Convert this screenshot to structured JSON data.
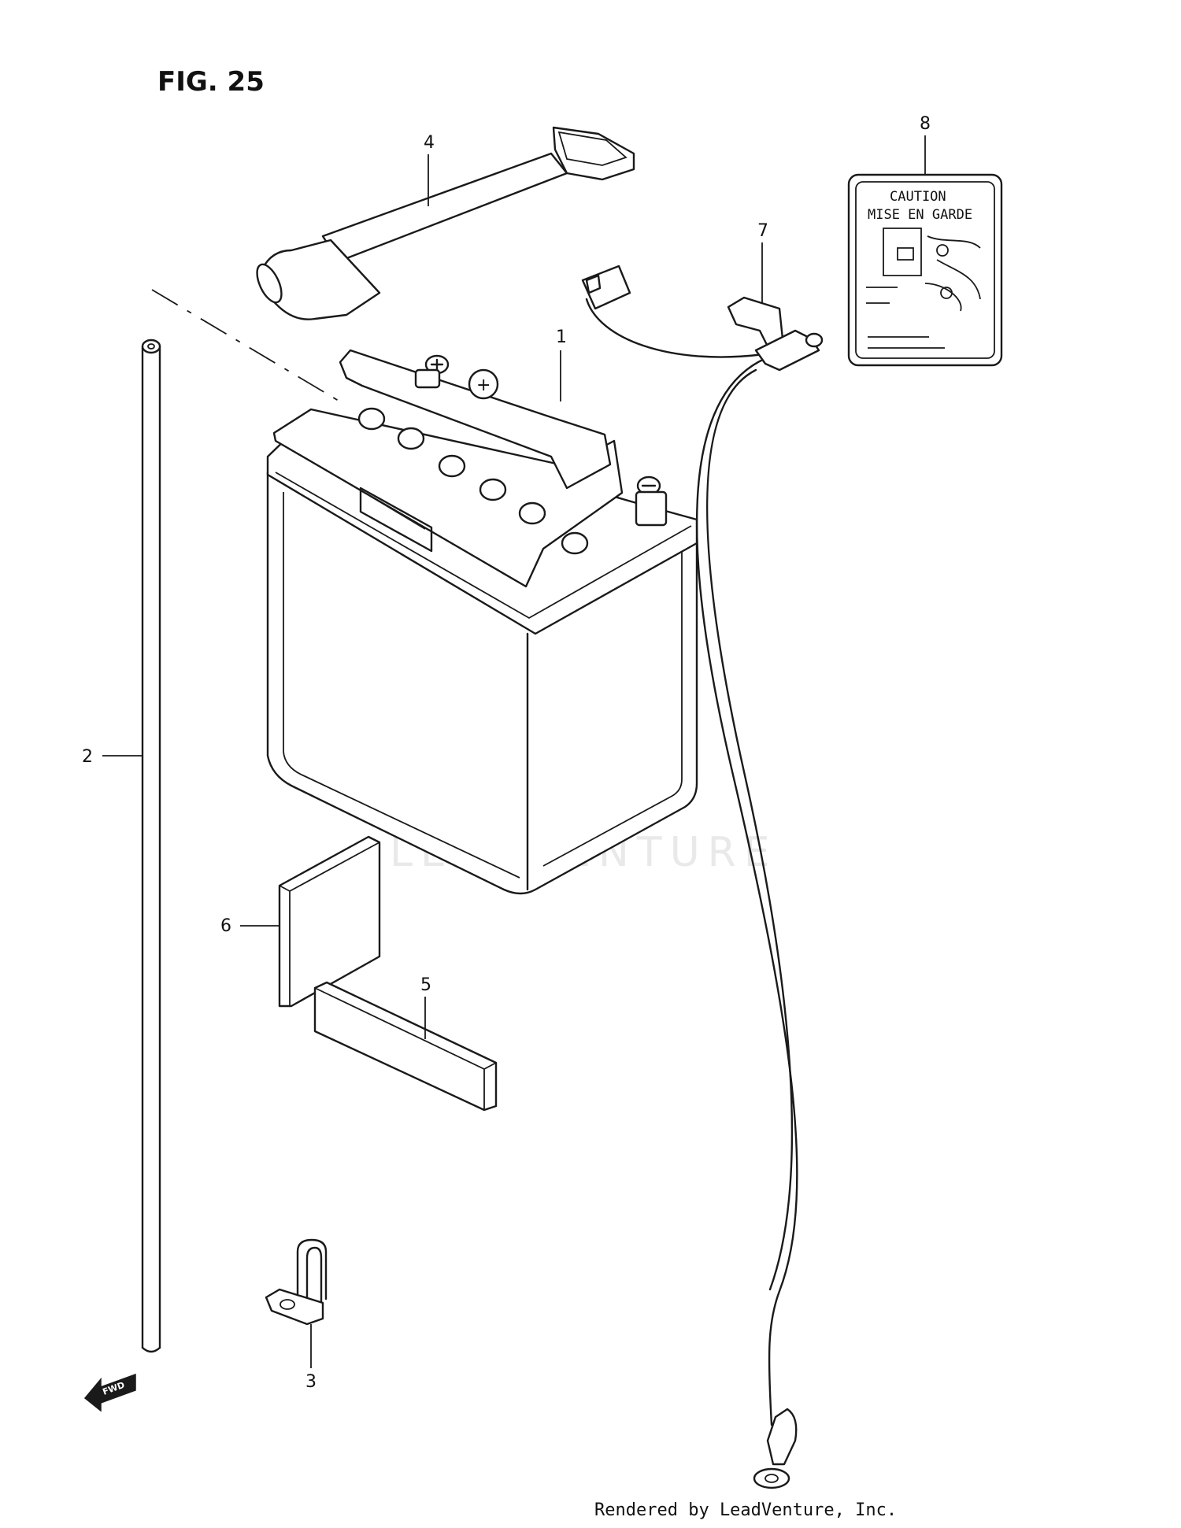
{
  "figure": {
    "title": "FIG. 25"
  },
  "callouts": [
    "1",
    "2",
    "3",
    "4",
    "5",
    "6",
    "7",
    "8"
  ],
  "caution_label": {
    "line1": "CAUTION",
    "line2": "MISE EN GARDE"
  },
  "fwd_marker": {
    "label": "FWD"
  },
  "watermark": {
    "text": "LEADVENTURE"
  },
  "footer": {
    "text": "Rendered by LeadVenture, Inc."
  }
}
